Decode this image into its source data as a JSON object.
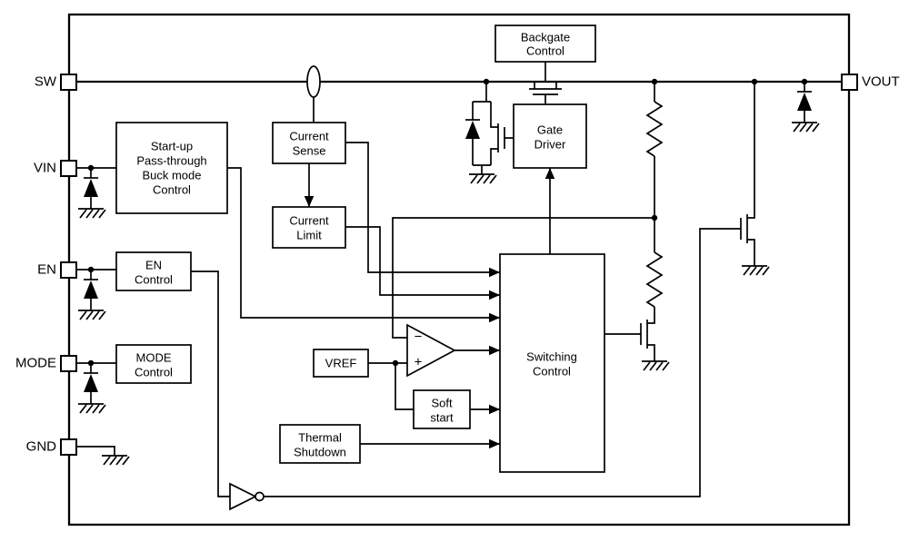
{
  "colors": {
    "stroke": "#000000",
    "background": "#ffffff"
  },
  "pins": {
    "sw": {
      "label": "SW"
    },
    "vin": {
      "label": "VIN"
    },
    "en": {
      "label": "EN"
    },
    "mode": {
      "label": "MODE"
    },
    "gnd": {
      "label": "GND"
    },
    "vout": {
      "label": "VOUT"
    }
  },
  "blocks": {
    "backgate_control": {
      "lines": [
        "Backgate",
        "Control"
      ]
    },
    "startup_control": {
      "lines": [
        "Start-up",
        "Pass-through",
        "Buck mode",
        "Control"
      ]
    },
    "current_sense": {
      "lines": [
        "Current",
        "Sense"
      ]
    },
    "current_limit": {
      "lines": [
        "Current",
        "Limit"
      ]
    },
    "gate_driver": {
      "lines": [
        "Gate",
        "Driver"
      ]
    },
    "en_control": {
      "lines": [
        "EN",
        "Control"
      ]
    },
    "mode_control": {
      "lines": [
        "MODE",
        "Control"
      ]
    },
    "vref": {
      "lines": [
        "VREF"
      ]
    },
    "soft_start": {
      "lines": [
        "Soft",
        "start"
      ]
    },
    "thermal_shutdown": {
      "lines": [
        "Thermal",
        "Shutdown"
      ]
    },
    "switching_control": {
      "lines": [
        "Switching",
        "Control"
      ]
    }
  },
  "opamp": {
    "minus_sign": "−",
    "plus_sign": "+"
  }
}
